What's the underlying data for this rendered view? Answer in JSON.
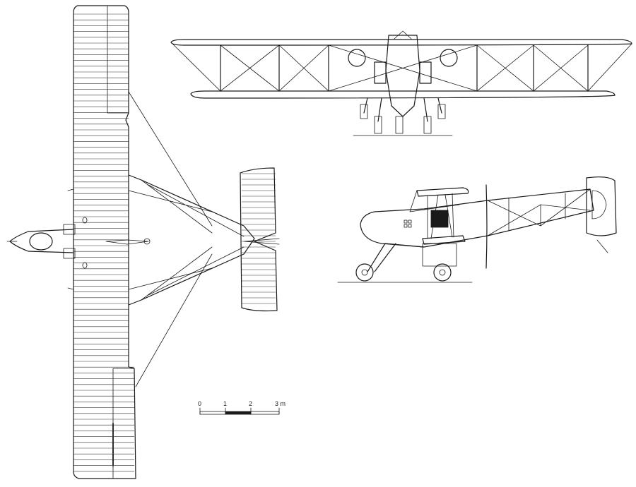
{
  "scale_bar": {
    "labels": [
      "0",
      "1",
      "2",
      "3 m"
    ]
  },
  "colors": {
    "ink": "#1a1a1a",
    "paper": "#ffffff"
  }
}
